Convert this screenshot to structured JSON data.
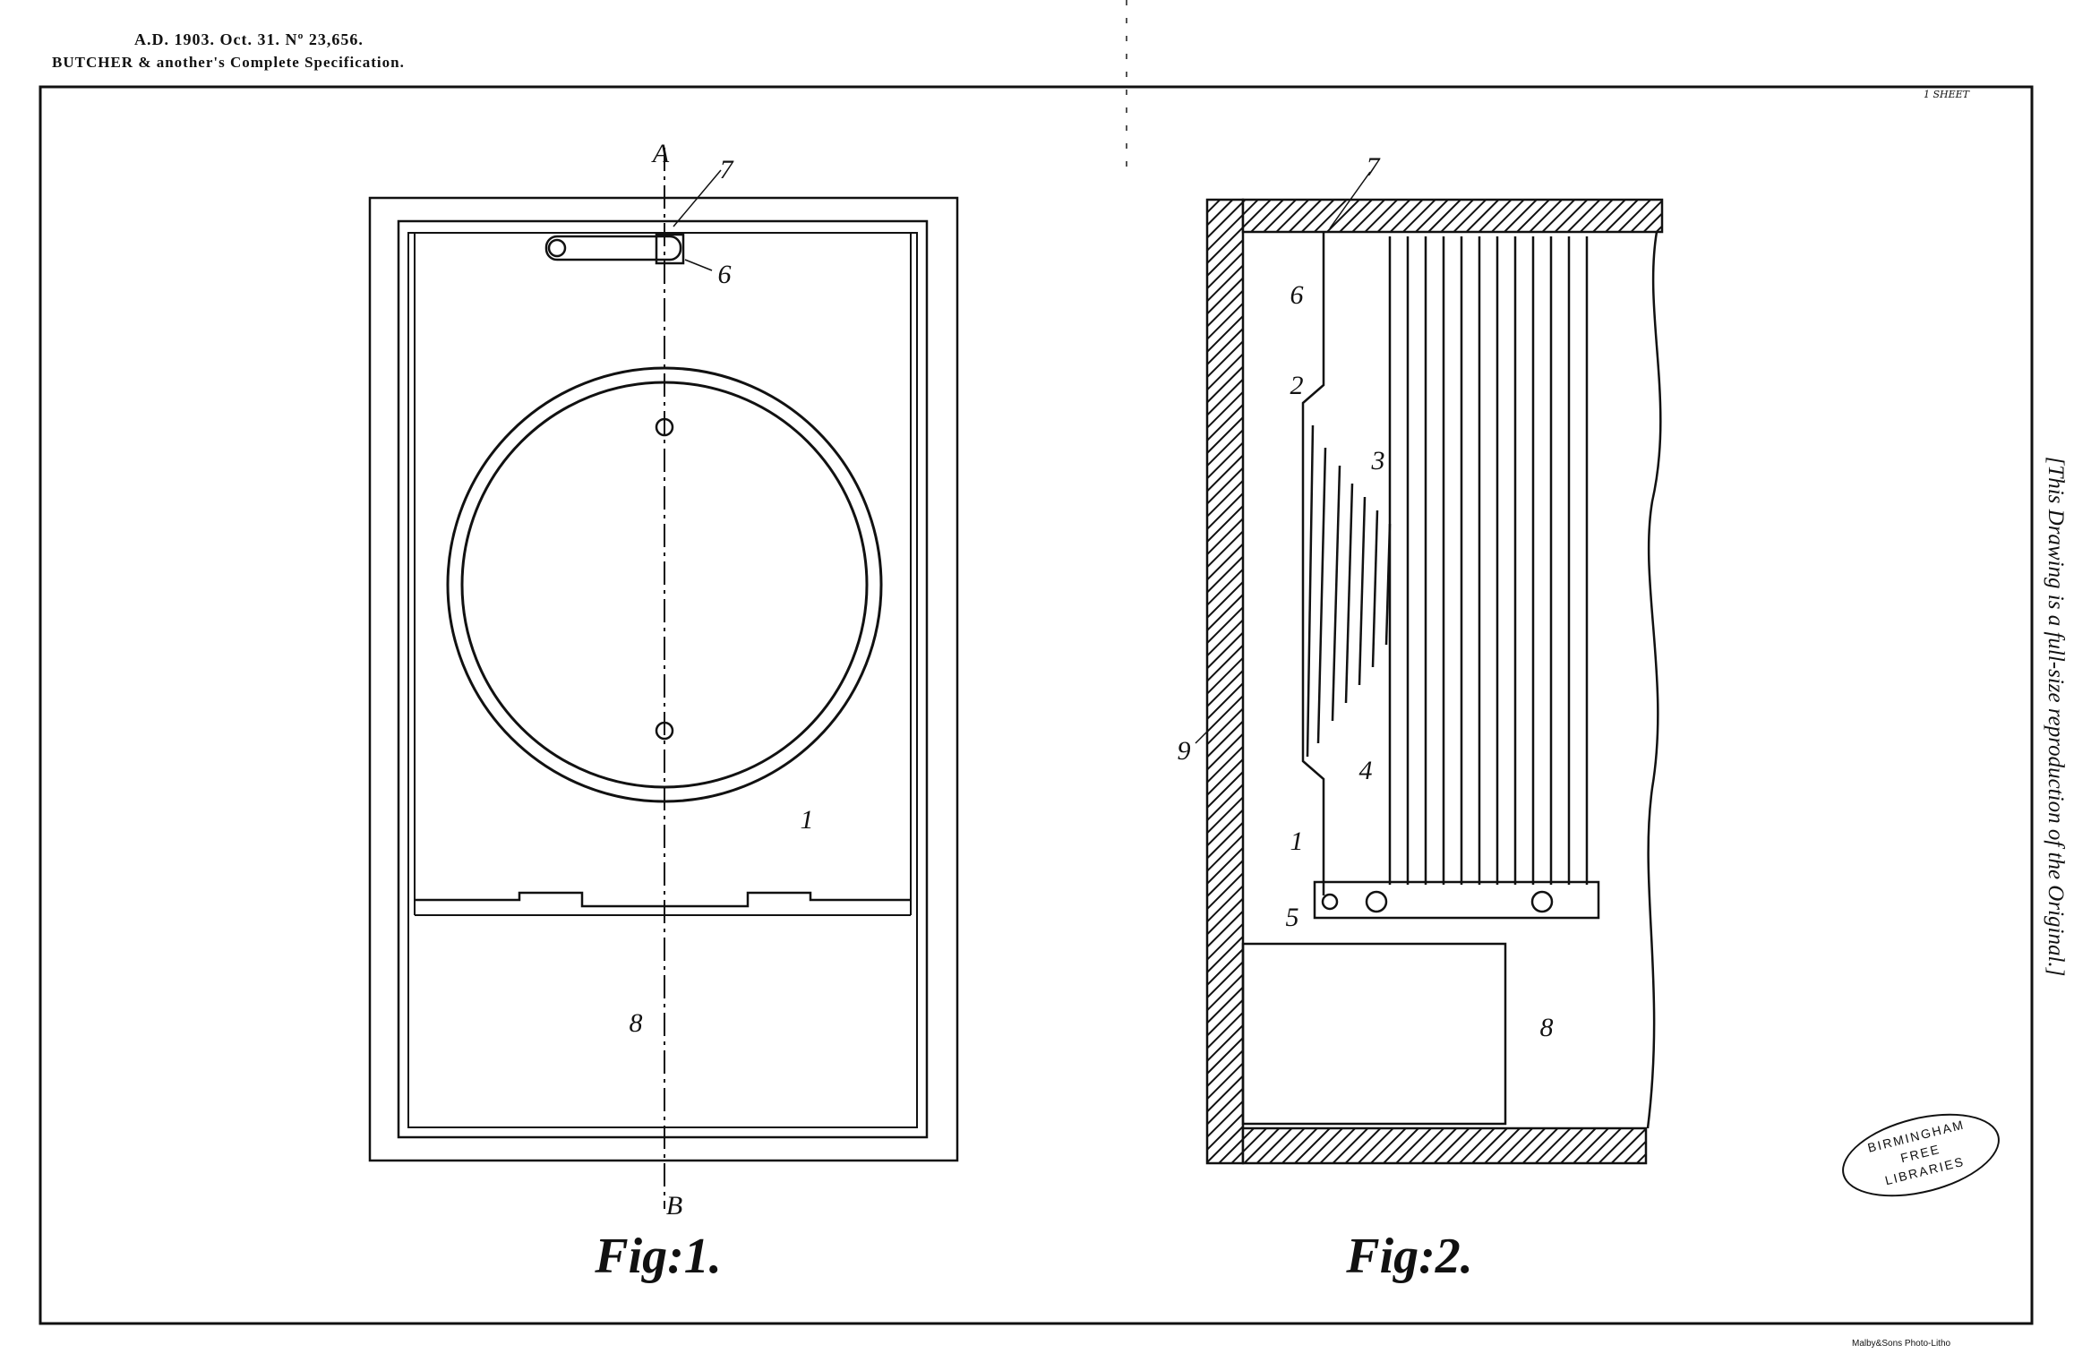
{
  "header": {
    "line1": "A.D. 1903. Oct. 31. Nº 23,656.",
    "line2": "BUTCHER & another's Complete Specification."
  },
  "sheet_label": "1 SHEET",
  "side_note": "[This Drawing is a full-size reproduction of the Original.]",
  "footer": "Malby&Sons Photo-Litho",
  "stamp": {
    "line1": "BIRMINGHAM",
    "line2": "FREE",
    "line3": "LIBRARIES"
  },
  "fig1": {
    "title": "Fig:1.",
    "labels": {
      "a": "A",
      "b": "B",
      "n7": "7",
      "n6": "6",
      "n1": "1",
      "n8": "8"
    }
  },
  "fig2": {
    "title": "Fig:2.",
    "labels": {
      "n7": "7",
      "n6": "6",
      "n2": "2",
      "n3": "3",
      "n9": "9",
      "n4": "4",
      "n1": "1",
      "n5": "5",
      "n8": "8"
    }
  }
}
